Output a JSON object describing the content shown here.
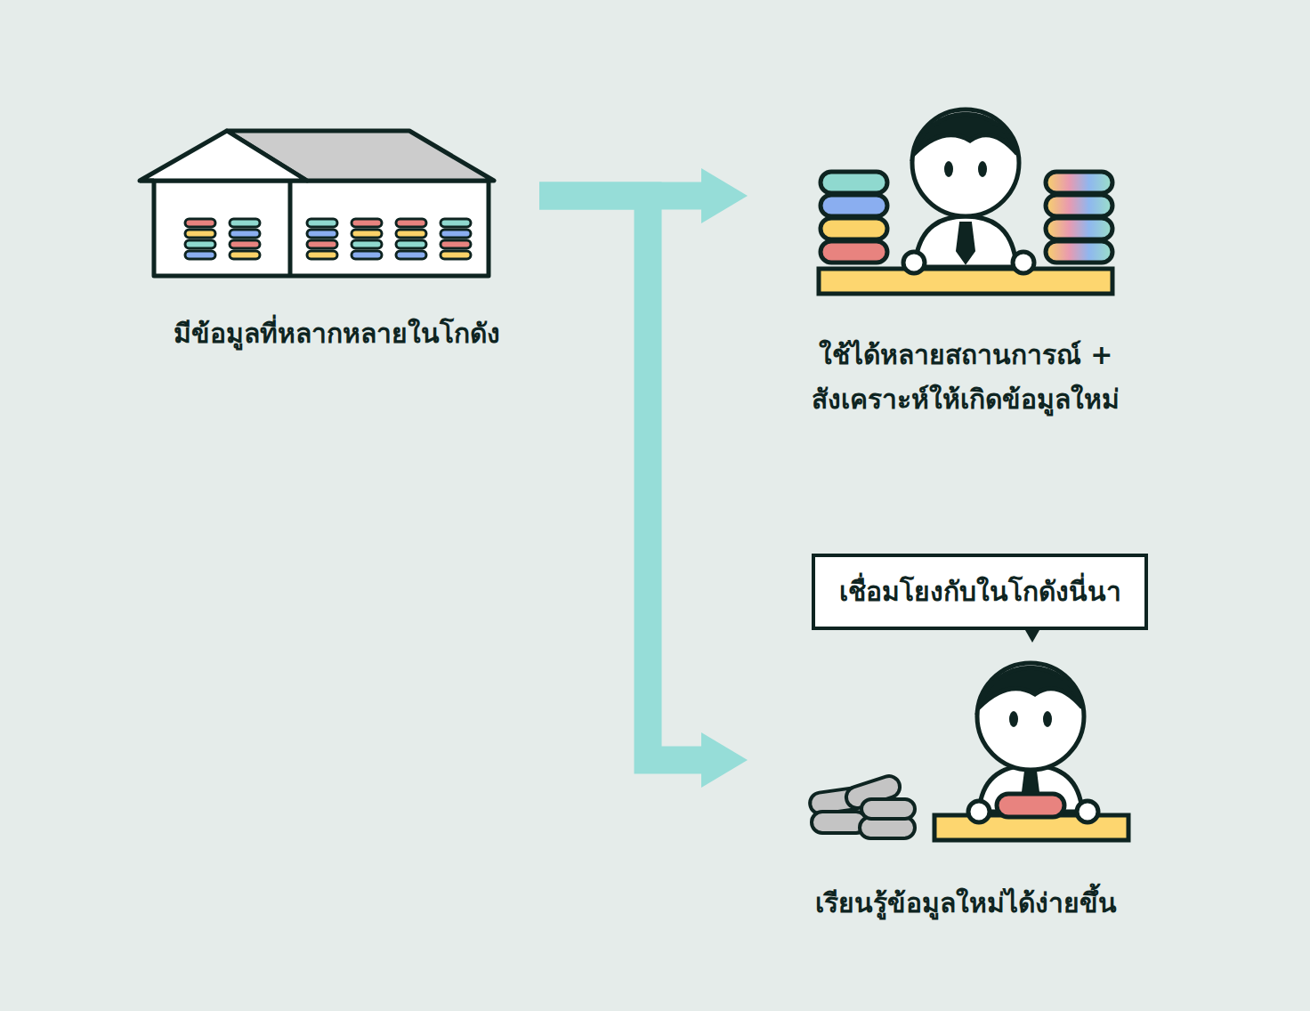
{
  "diagram": {
    "nodes": [
      {
        "text": [
          "มีข้อมูลที่หลากหลายในโกดัง"
        ]
      },
      {
        "text": [
          "ใช้ได้หลายสถานการณ์ + สังเคราะห์ให้เกิดข้อมูลใหม่"
        ]
      },
      {
        "text": [
          "เชื่อมโยงกับในโกดังนี่นา"
        ]
      },
      {
        "text": [
          "เรียนรู้ข้อมูลใหม่ได้ง่ายขึ้น"
        ]
      }
    ],
    "edges": [
      {
        "from": 0,
        "to": 1,
        "arrow": "to"
      },
      {
        "from": 0,
        "to": 3,
        "arrow": "to"
      }
    ]
  }
}
